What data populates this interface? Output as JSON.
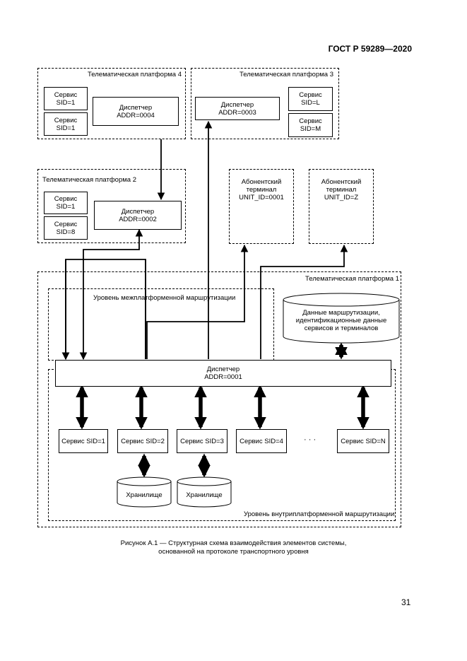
{
  "header": {
    "standard": "ГОСТ Р 59289—2020"
  },
  "platform4": {
    "title": "Телематическая платформа 4",
    "service_a": "Сервис\nSID=1",
    "service_b": "Сервис\nSID=1",
    "dispatcher": "Диспетчер\nADDR=0004"
  },
  "platform3": {
    "title": "Телематическая платформа 3",
    "dispatcher": "Диспетчер\nADDR=0003",
    "service_a": "Сервис\nSID=L",
    "service_b": "Сервис\nSID=M"
  },
  "platform2": {
    "title": "Телематическая платформа 2",
    "service_a": "Сервис\nSID=1",
    "service_b": "Сервис\nSID=8",
    "dispatcher": "Диспетчер\nADDR=0002"
  },
  "terminal1": {
    "label": "Абонентский\nтерминал\nUNIT_ID=0001"
  },
  "terminal2": {
    "label": "Абонентский\nтерминал\nUNIT_ID=Z"
  },
  "platform1": {
    "title": "Телематическая платформа 1",
    "inter_level": "Уровень межплатформенной маршрутизации",
    "intra_level": "Уровень внутриплатформенной маршрутизации",
    "routing_db": "Данные маршрутизации,\nидентификационные данные\nсервисов и терминалов",
    "dispatcher": "Диспетчер\nADDR=0001",
    "services": [
      "Сервис SID=1",
      "Сервис SID=2",
      "Сервис SID=3",
      "Сервис SID=4",
      "Сервис SID=N"
    ],
    "ellipsis": "· · ·",
    "storage_a": "Хранилище",
    "storage_b": "Хранилище"
  },
  "caption": "Рисунок А.1 — Структурная схема взаимодействия элементов системы,\nоснованной на протоколе транспортного уровня",
  "page_number": "31"
}
